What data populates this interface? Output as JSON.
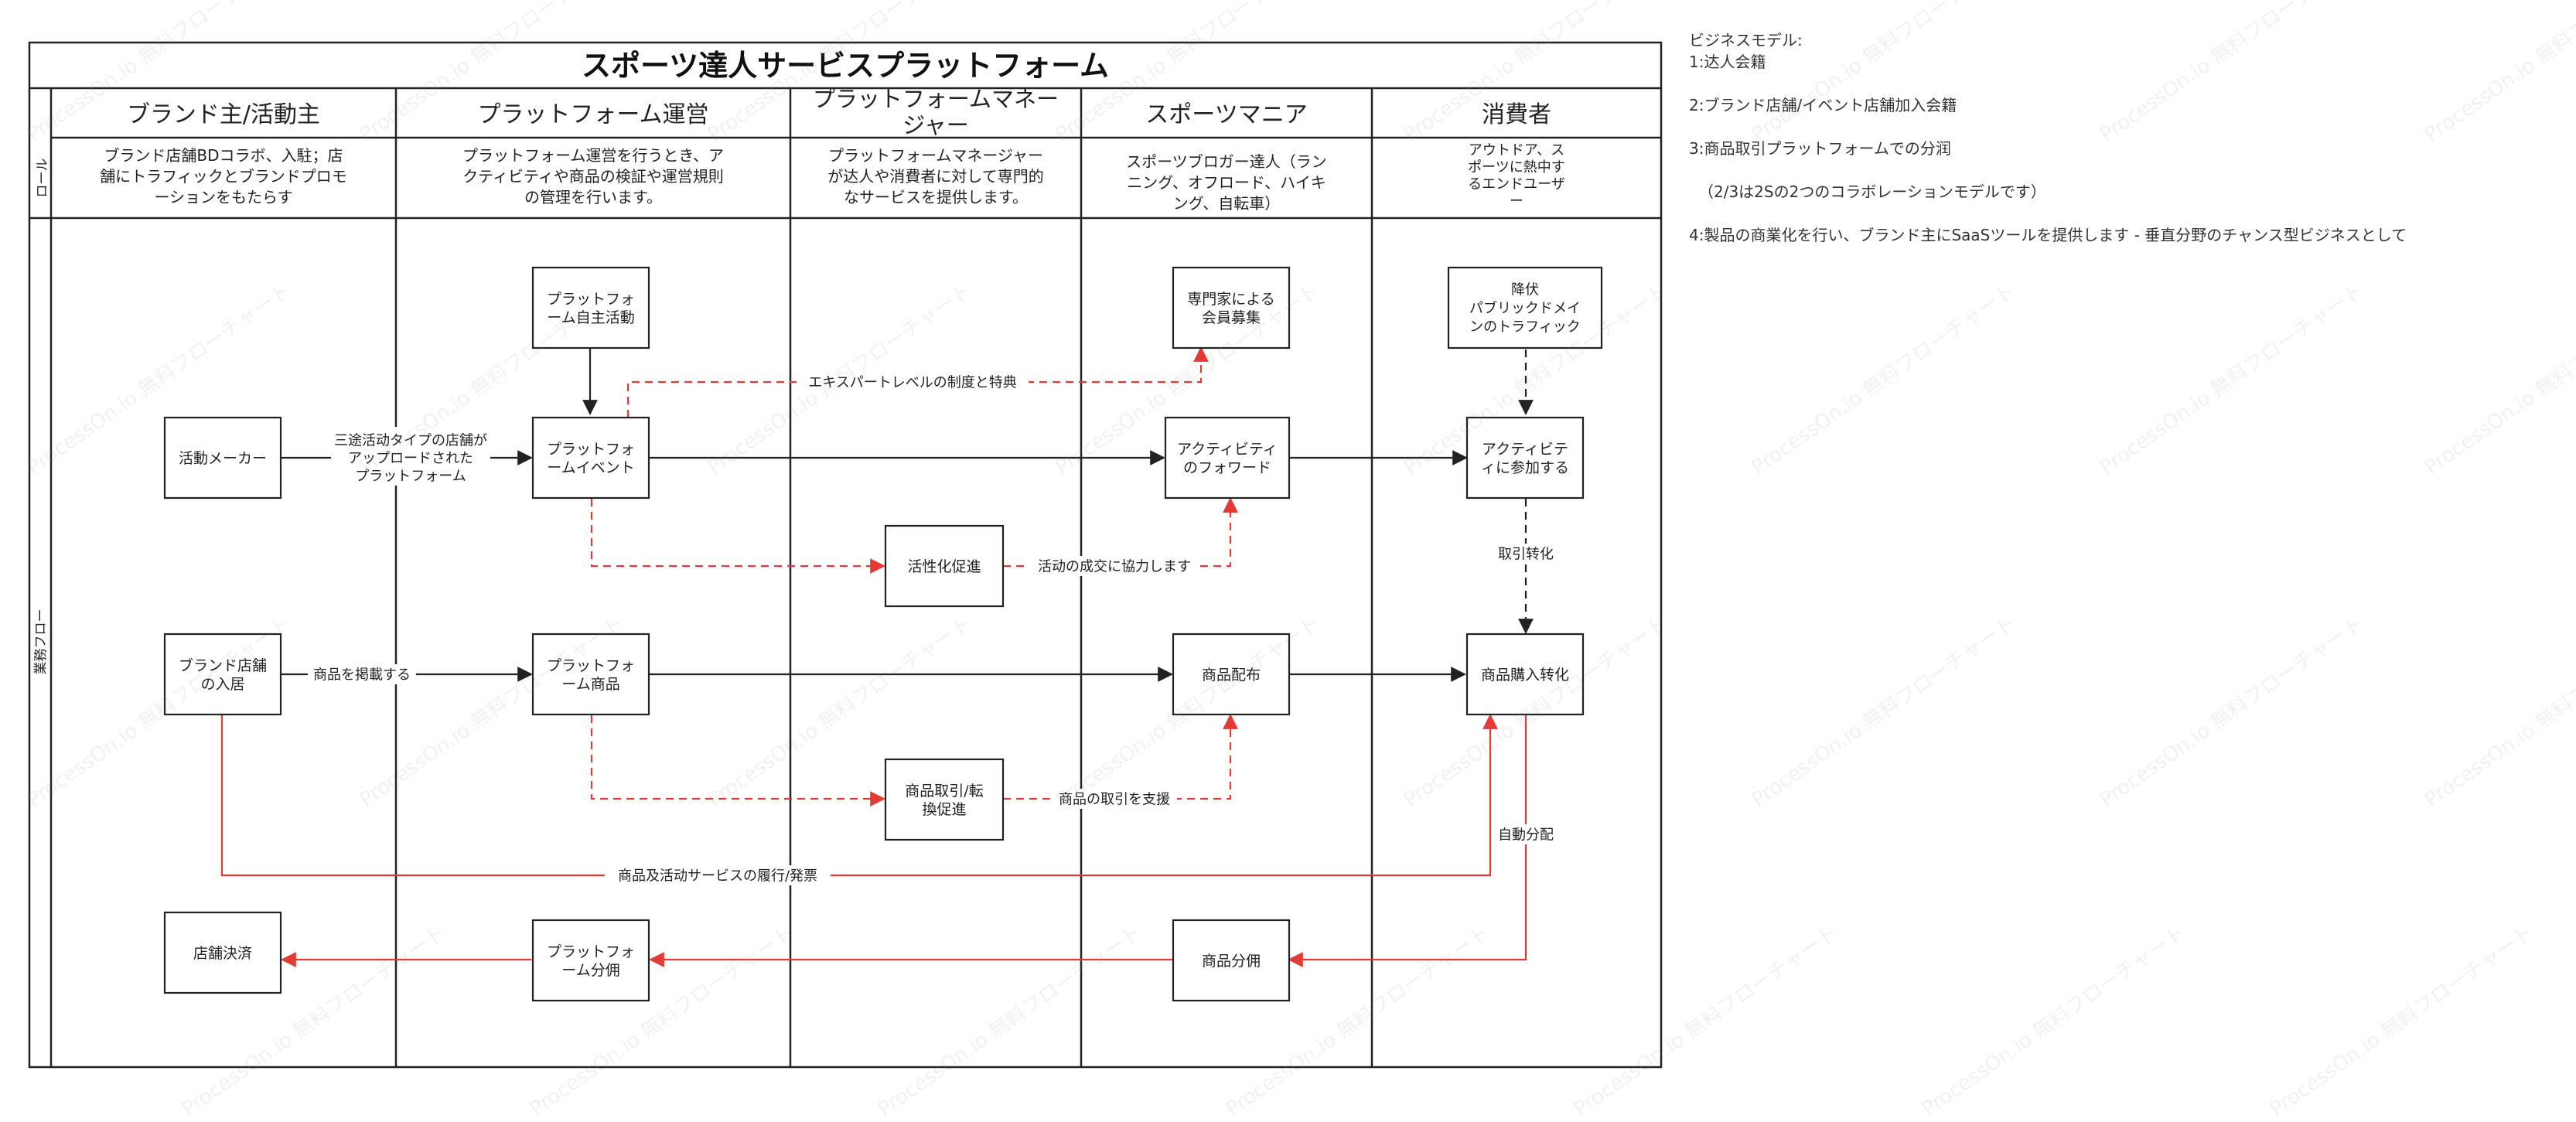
{
  "title": "スポーツ達人サービスプラットフォーム",
  "lane_headers": [
    "ブランド主/活動主",
    "プラットフォーム運営",
    "プラットフォームマネー|ジャー",
    "スポーツマニア",
    "消費者"
  ],
  "row_labels": {
    "role": "ロール",
    "flow": "業務フロー"
  },
  "roles": [
    "ブランド店舗BDコラボ、入駐；店|舗にトラフィックとブランドプロモ|ーションをもたらす",
    "プラットフォーム運営を行うとき、ア|クティビティや商品の検証や運営規則|の管理を行います。",
    "プラットフォームマネージャー|が达人や消費者に対して専門的|なサービスを提供します。",
    "スポーツブロガー達人（ラン|ニング、オフロード、ハイキ|ング、自転車）",
    "アウトドア、ス|ポーツに熱中す|るエンドユーザ|ー"
  ],
  "nodes": {
    "activity_maker": "活動メーカー",
    "brand_store": "ブランド店舗|の入居",
    "store_settlement": "店舗決済",
    "self_activity": "プラットフォ|ーム自主活動",
    "platform_event": "プラットフォ|ームイベント",
    "platform_product": "プラットフォ|ーム商品",
    "platform_commission": "プラットフォ|ーム分佣",
    "activation": "活性化促進",
    "trade_promo": "商品取引/転|換促進",
    "expert_recruit": "専門家による|会員募集",
    "activity_forward": "アクティビティ|のフォワード",
    "product_distribution": "商品配布",
    "product_commission": "商品分佣",
    "public_traffic": "降伏|パブリックドメイ|ンのトラフィック",
    "join_activity": "アクティビテ|ィに参加する",
    "purchase_conversion": "商品購入转化"
  },
  "edge_labels": {
    "upload": "三途活动タイプの店舗が|アップロードされた|プラットフォーム",
    "list_product": "商品を掲載する",
    "expert_system": "エキスパートレベルの制度と特典",
    "assist_deal": "活动の成交に協力します",
    "support_trade": "商品の取引を支援",
    "fulfillment": "商品及活动サービスの履行/発票",
    "traffic_conv": "取引转化",
    "auto_split": "自動分配"
  },
  "notes": [
    "ビジネスモデル:",
    "1:达人会籍",
    "",
    "2:ブランド店舗/イベント店舗加入会籍",
    "",
    "3:商品取引プラットフォームでの分润",
    "",
    "（2/3は2Sの2つのコラボレーションモデルです）",
    "",
    "4:製品の商業化を行い、ブランド主にSaaSツールを提供します - 垂直分野のチャンス型ビジネスとして"
  ],
  "watermark": "ProcessOn.io 無料フローチャート",
  "colors": {
    "line": "#222222",
    "accent": "#e53935",
    "border": "#222222"
  }
}
